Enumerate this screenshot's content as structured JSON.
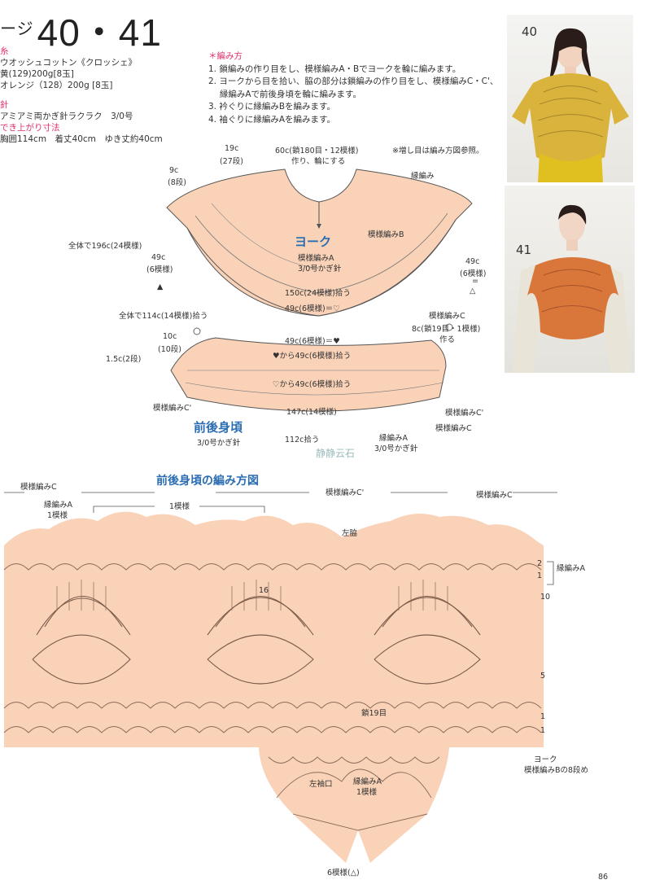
{
  "header": {
    "page_prefix": "ージ",
    "page_numbers": "40・41"
  },
  "materials": {
    "yarn_label": "糸",
    "yarn_name": "ウオッシュコットン《クロッシェ》",
    "color_1": "黄(129)200g[8玉]",
    "color_2": "オレンジ（128）200g [8玉]",
    "hook_label": "針",
    "hook": "アミアミ両かぎ針ラクラク　3/0号",
    "size_label": "でき上がり寸法",
    "size": "胸囲114cm　着丈40cm　ゆき丈約40cm"
  },
  "instructions": {
    "heading": "＊編み方",
    "steps": [
      "1. 鎖編みの作り目をし、模様編みA・Bでヨークを輪に編みます。",
      "2. ヨークから目を拾い、脇の部分は鎖編みの作り目をし、模様編みC・C'、",
      "　 縁編みAで前後身頃を輪に編みます。",
      "3. 衿ぐりに縁編みBを編みます。",
      "4. 袖ぐりに縁編みAを編みます。"
    ]
  },
  "photos": {
    "label_40": "40",
    "label_41": "41",
    "colors": {
      "yellow": "#d9b33c",
      "orange": "#d9773a"
    }
  },
  "diagram": {
    "top_19c": "19c",
    "top_27rows": "(27段)",
    "neck_60c": "60c(鎖180目・12模様)",
    "neck_make": "作り、輪にする",
    "note": "※増し目は編み方図参照。",
    "edge_b": "縁編み",
    "c9": "9c",
    "c9_rows": "(8段)",
    "pattern_b": "模様編みB",
    "total_196": "全体で196c(24模様)",
    "left_49c": "49c",
    "left_6": "(6模様)",
    "left_mark": "▲",
    "yoke_title": "ヨーク",
    "yoke_pattern": "模様編みA",
    "yoke_hook": "3/0号かぎ針",
    "right_49c": "49c",
    "right_6": "(6模様)",
    "right_eq": "=",
    "right_mark": "△",
    "pick_150": "150c(24模様)拾う",
    "mid_49": "49c(6模様)＝♡",
    "total_114": "全体で114c(14模様)拾う",
    "pattern_c": "模様編みC",
    "c10": "10c",
    "c10_rows": "(10段)",
    "c8": "8c(鎖19目・1模様)",
    "c8_make": "作る",
    "c1_5": "1.5c(2段)",
    "body_49": "49c(6模様)＝♥",
    "from_heart": "♥から49c(6模様)拾う",
    "from_heart2": "♡から49c(6模様)拾う",
    "pattern_c_prime": "模様編みC'",
    "c147": "147c(14模様)",
    "pattern_c_prime_r": "模様編みC'",
    "pattern_c_r": "模様編みC",
    "body_title": "前後身頃",
    "body_hook": "3/0号かぎ針",
    "pick_112": "112c拾う",
    "edge_a": "縁編みA",
    "edge_a_hook": "3/0号かぎ針",
    "watermark": "静静云石"
  },
  "chart": {
    "title": "前後身頃の編み方図",
    "lbl_c_left": "模様編みC",
    "lbl_c_prime": "模様編みC'",
    "lbl_c_right": "模様編みC",
    "edge_a": "縁編みA",
    "one_pattern_left": "1模様",
    "one_pattern": "1模様",
    "left_side": "左脇",
    "row_2": "2",
    "row_1": "1",
    "edge_a_right": "縁編みA",
    "row_10": "10",
    "row_5": "5",
    "row_1b": "1",
    "row_1c": "1",
    "chain_19": "鎖19目",
    "yoke_ref": "ヨーク",
    "yoke_ref2": "模様編みBの8段め",
    "armhole": "左袖口",
    "arm_edge": "縁編みA",
    "arm_edge_pattern": "1模様",
    "arm_count": "6模様(△)",
    "row_16": "16",
    "fill_color": "#f9d2b8"
  },
  "footer": {
    "page": "86"
  }
}
